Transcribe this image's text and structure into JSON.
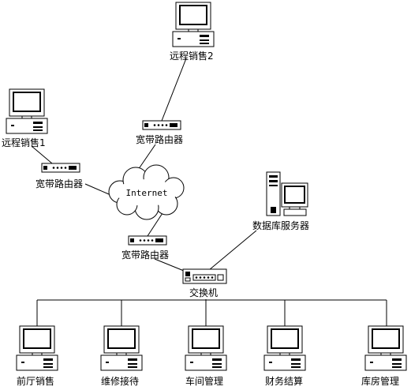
{
  "diagram": {
    "labels": {
      "remote_sales_2": "远程销售2",
      "remote_sales_1": "远程销售1",
      "router_top": "宽带路由器",
      "router_left": "宽带路由器",
      "router_bottom": "宽带路由器",
      "internet": "Internet",
      "db_server": "数据库服务器",
      "switch": "交换机",
      "front_sales": "前厅销售",
      "repair_reception": "维修接待",
      "workshop_mgmt": "车间管理",
      "finance_settlement": "财务结算",
      "warehouse_mgmt": "库房管理"
    },
    "icons": {
      "workstation": "desktop-computer-icon",
      "router": "router-icon",
      "cloud": "cloud-icon",
      "server": "tower-server-icon",
      "switch": "network-switch-icon"
    }
  }
}
